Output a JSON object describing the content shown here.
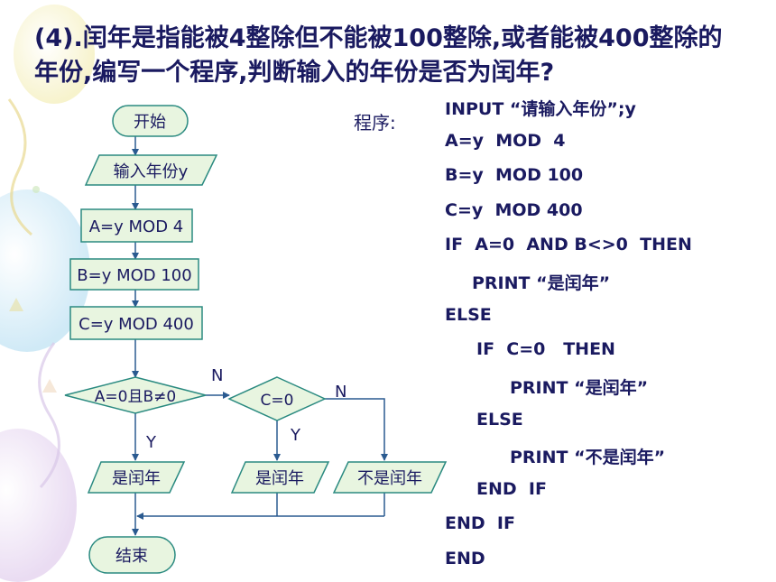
{
  "title": {
    "line1": "(4).闰年是指能被4整除但不能被100整除,或者能被400整除的",
    "line2": "年份,编写一个程序,判断输入的年份是否为闰年?"
  },
  "program_label": "程序:",
  "code_lines": [
    "INPUT “请输入年份”;y",
    "A=y  MOD  4",
    "B=y  MOD 100",
    "C=y  MOD 400",
    "IF  A=0  AND B<>0  THEN",
    "PRINT “是闰年”",
    "ELSE",
    "IF  C=0   THEN",
    "PRINT “是闰年”",
    "ELSE",
    "PRINT “不是闰年”",
    "END  IF",
    "END  IF",
    "END"
  ],
  "flowchart": {
    "start": "开始",
    "input": "输入年份y",
    "step_a": "A=y  MOD 4",
    "step_b": "B=y MOD 100",
    "step_c": "C=y MOD 400",
    "decision1": "A=0且B≠0",
    "decision2": "C=0",
    "n_label_1": "N",
    "n_label_2": "N",
    "y_label_1": "Y",
    "y_label_2": "Y",
    "output1": "是闰年",
    "output2": "是闰年",
    "output3": "不是闰年",
    "end": "结束"
  },
  "colors": {
    "box_fill": "#e8f5e0",
    "box_border": "#2a8a80",
    "arrow": "#2a5a90",
    "text": "#1a1a60"
  }
}
